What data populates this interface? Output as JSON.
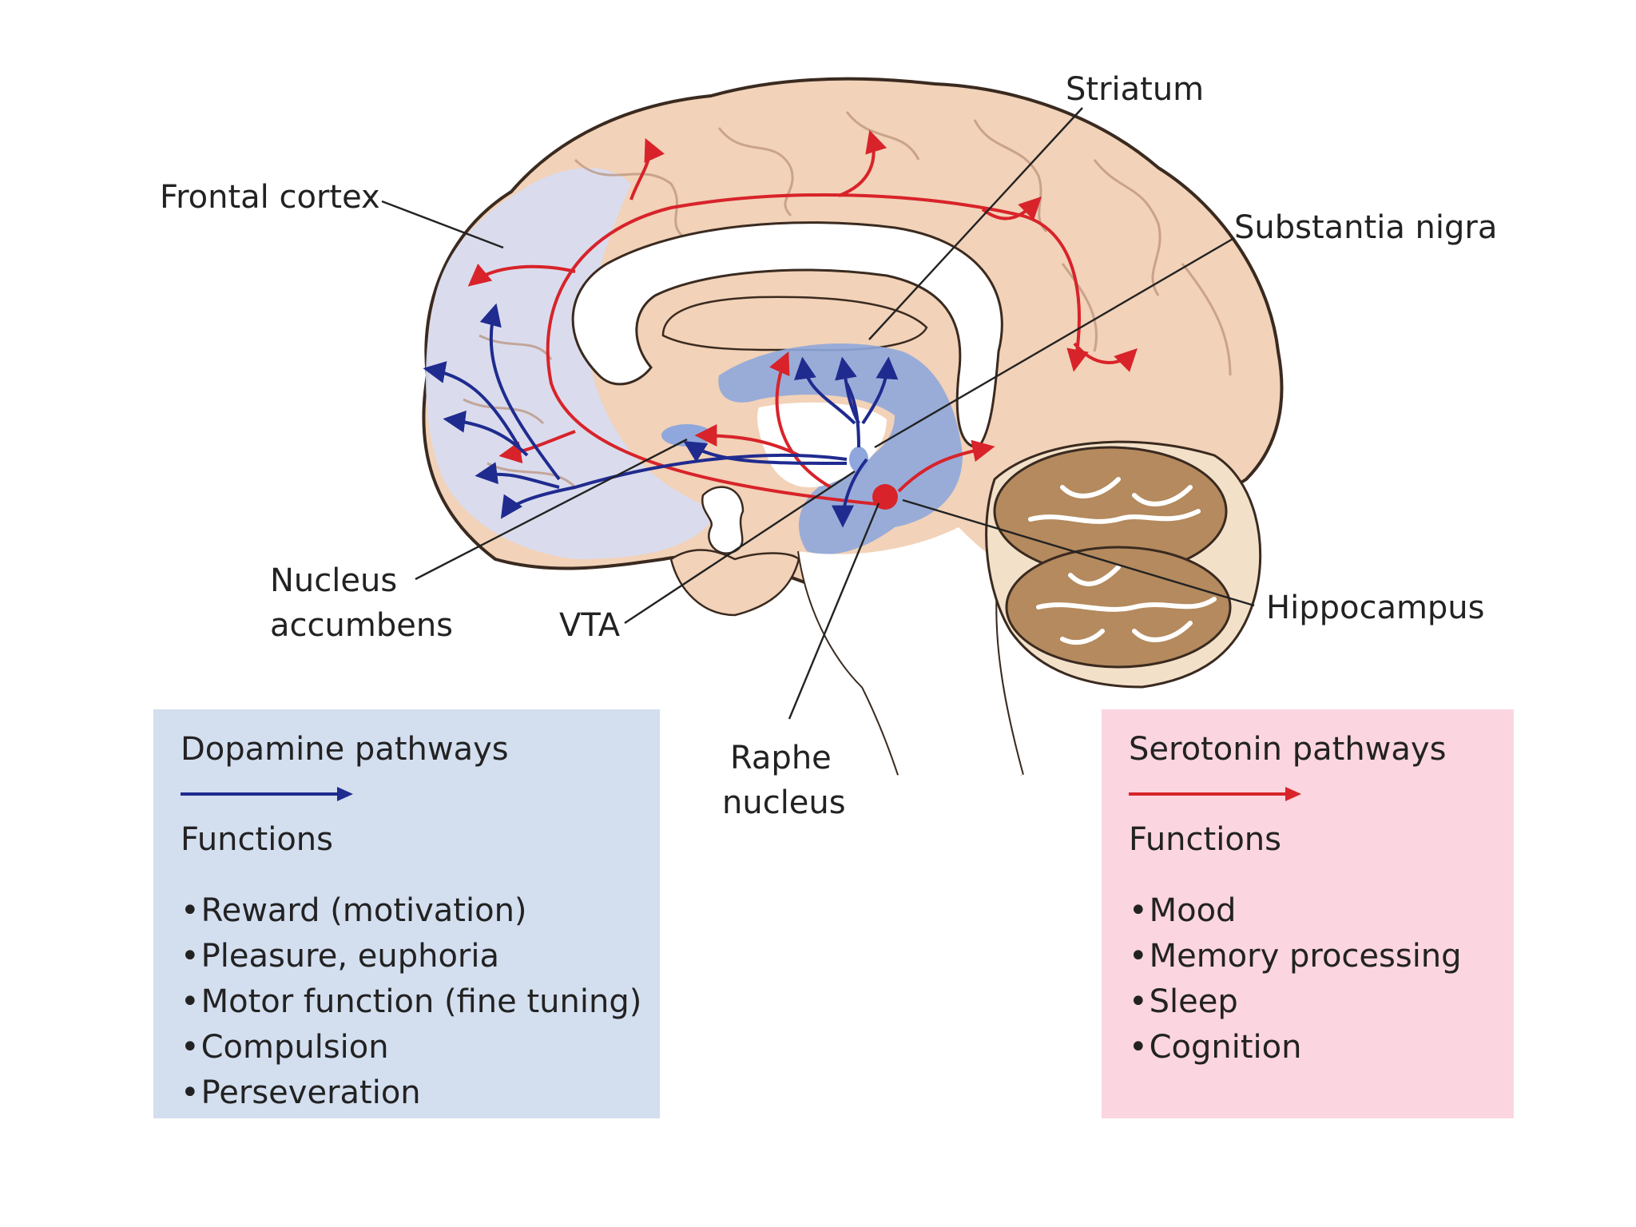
{
  "colors": {
    "dopamine": "#1f2b8f",
    "serotonin": "#d8232a",
    "cortex": "#f2d2b8",
    "frontal_region": "#d8dcef",
    "striatum": "#8fa7dc",
    "cerebellum": "#b48a5e",
    "dopamine_panel": "#d3deef",
    "serotonin_panel": "#fbd5df"
  },
  "labels": {
    "frontal_cortex": "Frontal cortex",
    "striatum": "Striatum",
    "substantia_nigra": "Substantia nigra",
    "nucleus_accumbens_line1": "Nucleus",
    "nucleus_accumbens_line2": "accumbens",
    "vta": "VTA",
    "hippocampus": "Hippocampus",
    "raphe_line1": "Raphe",
    "raphe_line2": "nucleus"
  },
  "legend": {
    "dopamine": {
      "title": "Dopamine pathways",
      "subtitle": "Functions",
      "items": [
        "Reward (motivation)",
        "Pleasure, euphoria",
        "Motor function (fine tuning)",
        "Compulsion",
        "Perseveration"
      ]
    },
    "serotonin": {
      "title": "Serotonin pathways",
      "subtitle": "Functions",
      "items": [
        "Mood",
        "Memory processing",
        "Sleep",
        "Cognition"
      ]
    }
  }
}
